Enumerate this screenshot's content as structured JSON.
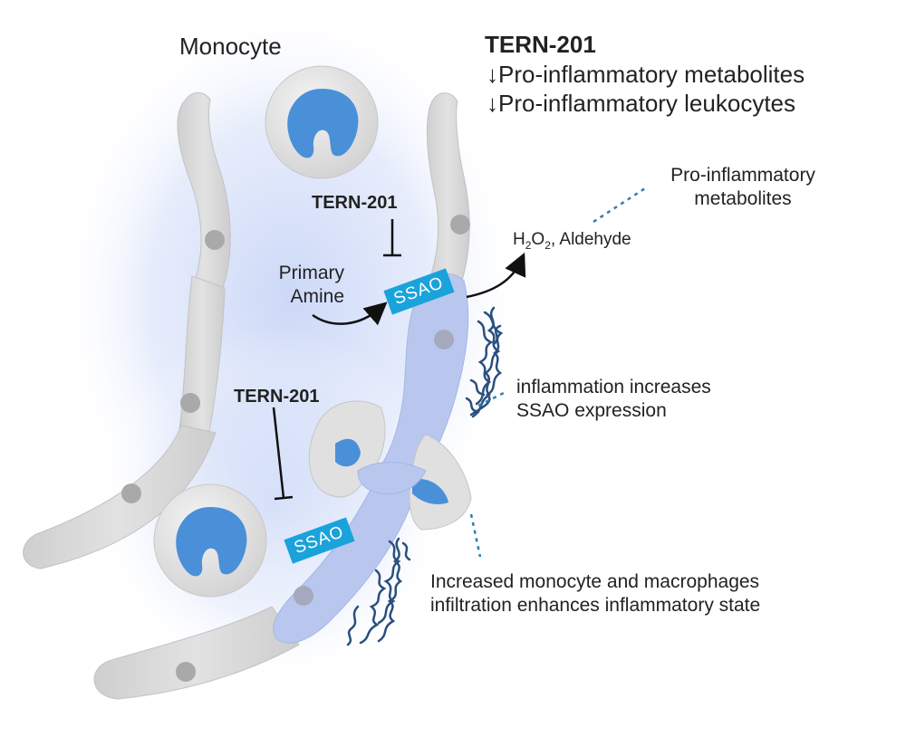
{
  "labels": {
    "monocyte": "Monocyte",
    "tern_title": "TERN-201",
    "effect_1_arrow": "↓",
    "effect_1": "Pro-inflammatory metabolites",
    "effect_2_arrow": "↓",
    "effect_2": "Pro-inflammatory leukocytes",
    "tern_inhibitor_top": "TERN-201",
    "tern_inhibitor_bottom": "TERN-201",
    "primary_amine_1": "Primary",
    "primary_amine_2": "Amine",
    "ssao_top": "SSAO",
    "ssao_bottom": "SSAO",
    "h": "H",
    "h_sub": "2",
    "o": "O",
    "o_sub": "2",
    "aldehyde": ", Aldehyde",
    "metabolites_1": "Pro-inflammatory",
    "metabolites_2": "metabolites",
    "inflammation_1": "inflammation increases",
    "inflammation_2": "SSAO expression",
    "infiltration_1": "Increased monocyte and macrophages",
    "infiltration_2": "infiltration enhances inflammatory state"
  },
  "colors": {
    "cell_gray": "#dcdcdc",
    "nucleus_gray": "#a9a9a9",
    "ssao_blue": "#1aa3db",
    "nucleus_blue": "#4a90d9",
    "endothelium_blue": "#b9c7ee",
    "fiber_navy": "#2a4f7e",
    "leader_blue": "#2e7fb0"
  }
}
